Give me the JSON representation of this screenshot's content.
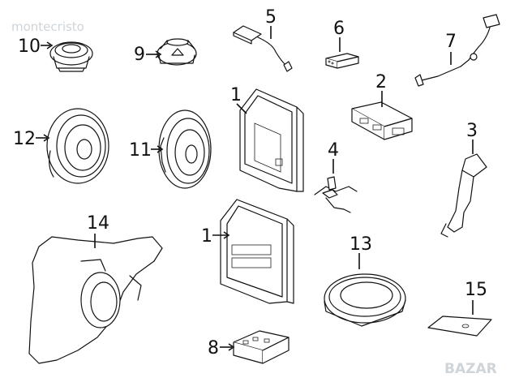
{
  "watermark": {
    "text": "montecristo",
    "brand": "BAZAR"
  },
  "callouts": [
    {
      "id": "c10",
      "label": "10",
      "part": "tweeter-small"
    },
    {
      "id": "c9",
      "label": "9",
      "part": "tweeter-dome"
    },
    {
      "id": "c5",
      "label": "5",
      "part": "wire-module"
    },
    {
      "id": "c6",
      "label": "6",
      "part": "connector-block"
    },
    {
      "id": "c7",
      "label": "7",
      "part": "wire-harness"
    },
    {
      "id": "c2",
      "label": "2",
      "part": "control-module"
    },
    {
      "id": "c12",
      "label": "12",
      "part": "speaker-left"
    },
    {
      "id": "c11",
      "label": "11",
      "part": "speaker-right"
    },
    {
      "id": "c1a",
      "label": "1",
      "part": "display-unit-upper"
    },
    {
      "id": "c4",
      "label": "4",
      "part": "harness-clip"
    },
    {
      "id": "c3",
      "label": "3",
      "part": "bracket"
    },
    {
      "id": "c14",
      "label": "14",
      "part": "speaker-enclosure"
    },
    {
      "id": "c1b",
      "label": "1",
      "part": "display-unit-lower"
    },
    {
      "id": "c13",
      "label": "13",
      "part": "oval-speaker"
    },
    {
      "id": "c15",
      "label": "15",
      "part": "plate"
    },
    {
      "id": "c8",
      "label": "8",
      "part": "amplifier-module"
    }
  ]
}
